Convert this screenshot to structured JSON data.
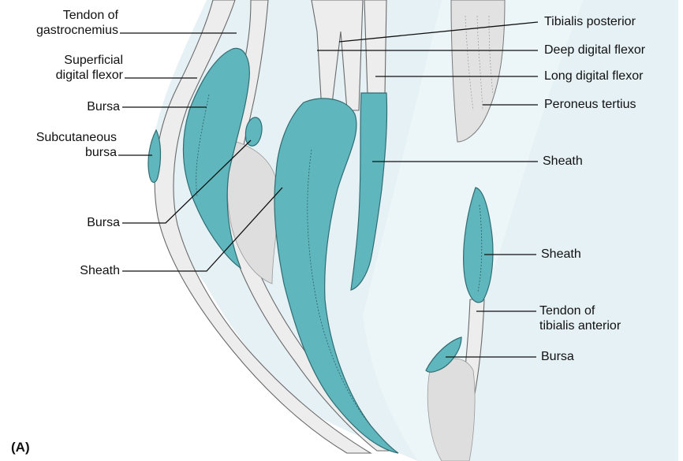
{
  "labels": {
    "tendon_gastrocnemius": "Tendon of\ngastrocnemius",
    "superficial_flexor": "Superficial\ndigital flexor",
    "bursa_1": "Bursa",
    "subcutaneous_bursa": "Subcutaneous\nbursa",
    "bursa_2": "Bursa",
    "sheath_left": "Sheath",
    "tibialis_posterior": "Tibialis posterior",
    "deep_digital_flexor": "Deep digital flexor",
    "long_digital_flexor": "Long digital flexor",
    "peroneus_tertius": "Peroneus tertius",
    "sheath_mid": "Sheath",
    "sheath_right": "Sheath",
    "tendon_tibialis_anterior": "Tendon of\ntibialis anterior",
    "bursa_3": "Bursa"
  },
  "panel_label": "(A)",
  "colors": {
    "sheath": "#5fb6bd",
    "limb_background": "#e6f1f5",
    "tendon": "#ededed"
  }
}
